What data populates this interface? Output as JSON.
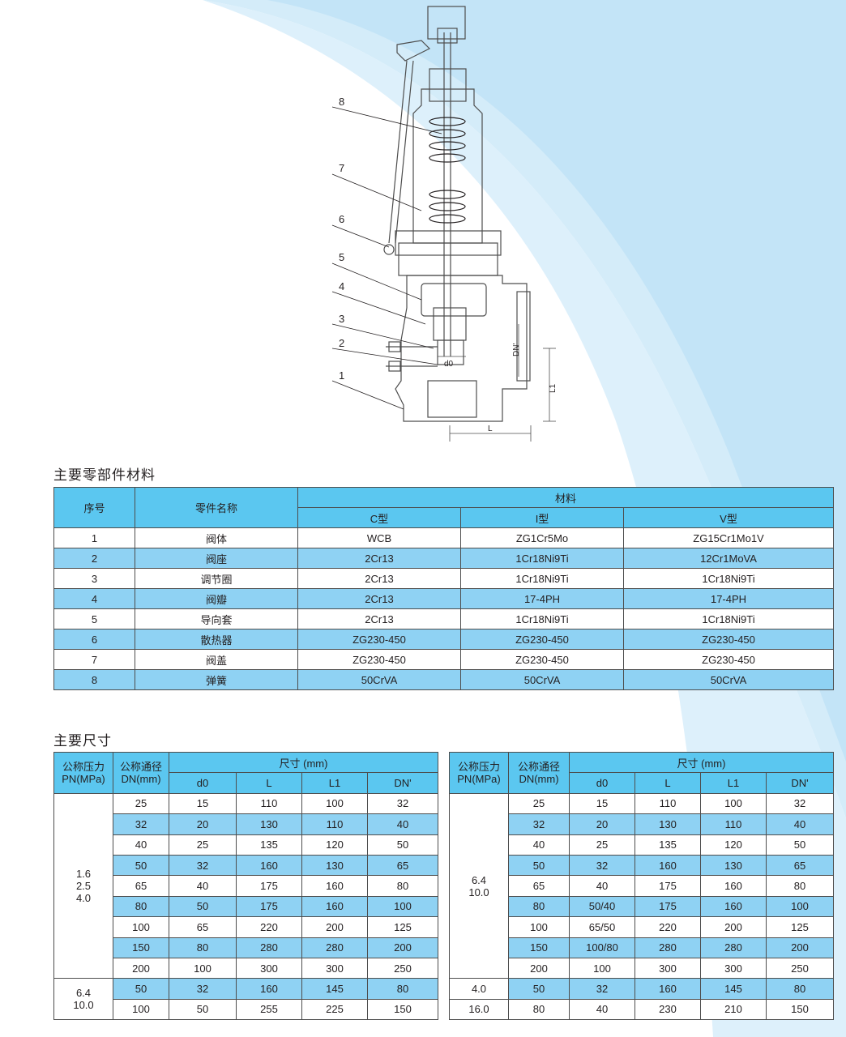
{
  "drawing": {
    "part_labels": [
      "8",
      "7",
      "6",
      "5",
      "4",
      "3",
      "2",
      "1"
    ],
    "dim_labels": {
      "do": "d0",
      "dn": "DN'",
      "l1": "L1",
      "l": "L"
    }
  },
  "materials": {
    "title": "主要零部件材料",
    "headers": {
      "no": "序号",
      "name": "零件名称",
      "material": "材料",
      "c": "C型",
      "i": "I型",
      "v": "V型"
    },
    "rows": [
      {
        "no": "1",
        "name": "阀体",
        "c": "WCB",
        "i": "ZG1Cr5Mo",
        "v": "ZG15Cr1Mo1V"
      },
      {
        "no": "2",
        "name": "阀座",
        "c": "2Cr13",
        "i": "1Cr18Ni9Ti",
        "v": "12Cr1MoVA"
      },
      {
        "no": "3",
        "name": "调节圈",
        "c": "2Cr13",
        "i": "1Cr18Ni9Ti",
        "v": "1Cr18Ni9Ti"
      },
      {
        "no": "4",
        "name": "阀瓣",
        "c": "2Cr13",
        "i": "17-4PH",
        "v": "17-4PH"
      },
      {
        "no": "5",
        "name": "导向套",
        "c": "2Cr13",
        "i": "1Cr18Ni9Ti",
        "v": "1Cr18Ni9Ti"
      },
      {
        "no": "6",
        "name": "散热器",
        "c": "ZG230-450",
        "i": "ZG230-450",
        "v": "ZG230-450"
      },
      {
        "no": "7",
        "name": "阀盖",
        "c": "ZG230-450",
        "i": "ZG230-450",
        "v": "ZG230-450"
      },
      {
        "no": "8",
        "name": "弹簧",
        "c": "50CrVA",
        "i": "50CrVA",
        "v": "50CrVA"
      }
    ]
  },
  "dimensions": {
    "title": "主要尺寸",
    "headers": {
      "pn": "公称压力 PN(MPa)",
      "dn": "公称通径 DN(mm)",
      "size": "尺寸 (mm)",
      "d0": "d0",
      "l": "L",
      "l1": "L1",
      "dnp": "DN'"
    },
    "left": {
      "group1_pn": "1.6 2.5 4.0",
      "group1": [
        {
          "dn": "25",
          "d0": "15",
          "l": "110",
          "l1": "100",
          "dnp": "32"
        },
        {
          "dn": "32",
          "d0": "20",
          "l": "130",
          "l1": "110",
          "dnp": "40"
        },
        {
          "dn": "40",
          "d0": "25",
          "l": "135",
          "l1": "120",
          "dnp": "50"
        },
        {
          "dn": "50",
          "d0": "32",
          "l": "160",
          "l1": "130",
          "dnp": "65"
        },
        {
          "dn": "65",
          "d0": "40",
          "l": "175",
          "l1": "160",
          "dnp": "80"
        },
        {
          "dn": "80",
          "d0": "50",
          "l": "175",
          "l1": "160",
          "dnp": "100"
        },
        {
          "dn": "100",
          "d0": "65",
          "l": "220",
          "l1": "200",
          "dnp": "125"
        },
        {
          "dn": "150",
          "d0": "80",
          "l": "280",
          "l1": "280",
          "dnp": "200"
        },
        {
          "dn": "200",
          "d0": "100",
          "l": "300",
          "l1": "300",
          "dnp": "250"
        }
      ],
      "group2_pn": "6.4 10.0",
      "group2": [
        {
          "dn": "50",
          "d0": "32",
          "l": "160",
          "l1": "145",
          "dnp": "80"
        },
        {
          "dn": "100",
          "d0": "50",
          "l": "255",
          "l1": "225",
          "dnp": "150"
        }
      ]
    },
    "right": {
      "group1_pn": "6.4 10.0",
      "group1": [
        {
          "dn": "25",
          "d0": "15",
          "l": "110",
          "l1": "100",
          "dnp": "32"
        },
        {
          "dn": "32",
          "d0": "20",
          "l": "130",
          "l1": "110",
          "dnp": "40"
        },
        {
          "dn": "40",
          "d0": "25",
          "l": "135",
          "l1": "120",
          "dnp": "50"
        },
        {
          "dn": "50",
          "d0": "32",
          "l": "160",
          "l1": "130",
          "dnp": "65"
        },
        {
          "dn": "65",
          "d0": "40",
          "l": "175",
          "l1": "160",
          "dnp": "80"
        },
        {
          "dn": "80",
          "d0": "50/40",
          "l": "175",
          "l1": "160",
          "dnp": "100"
        },
        {
          "dn": "100",
          "d0": "65/50",
          "l": "220",
          "l1": "200",
          "dnp": "125"
        },
        {
          "dn": "150",
          "d0": "100/80",
          "l": "280",
          "l1": "280",
          "dnp": "200"
        },
        {
          "dn": "200",
          "d0": "100",
          "l": "300",
          "l1": "300",
          "dnp": "250"
        }
      ],
      "extra": [
        {
          "pn": "4.0",
          "dn": "50",
          "d0": "32",
          "l": "160",
          "l1": "145",
          "dnp": "80"
        },
        {
          "pn": "16.0",
          "dn": "80",
          "d0": "40",
          "l": "230",
          "l1": "210",
          "dnp": "150"
        }
      ]
    }
  }
}
